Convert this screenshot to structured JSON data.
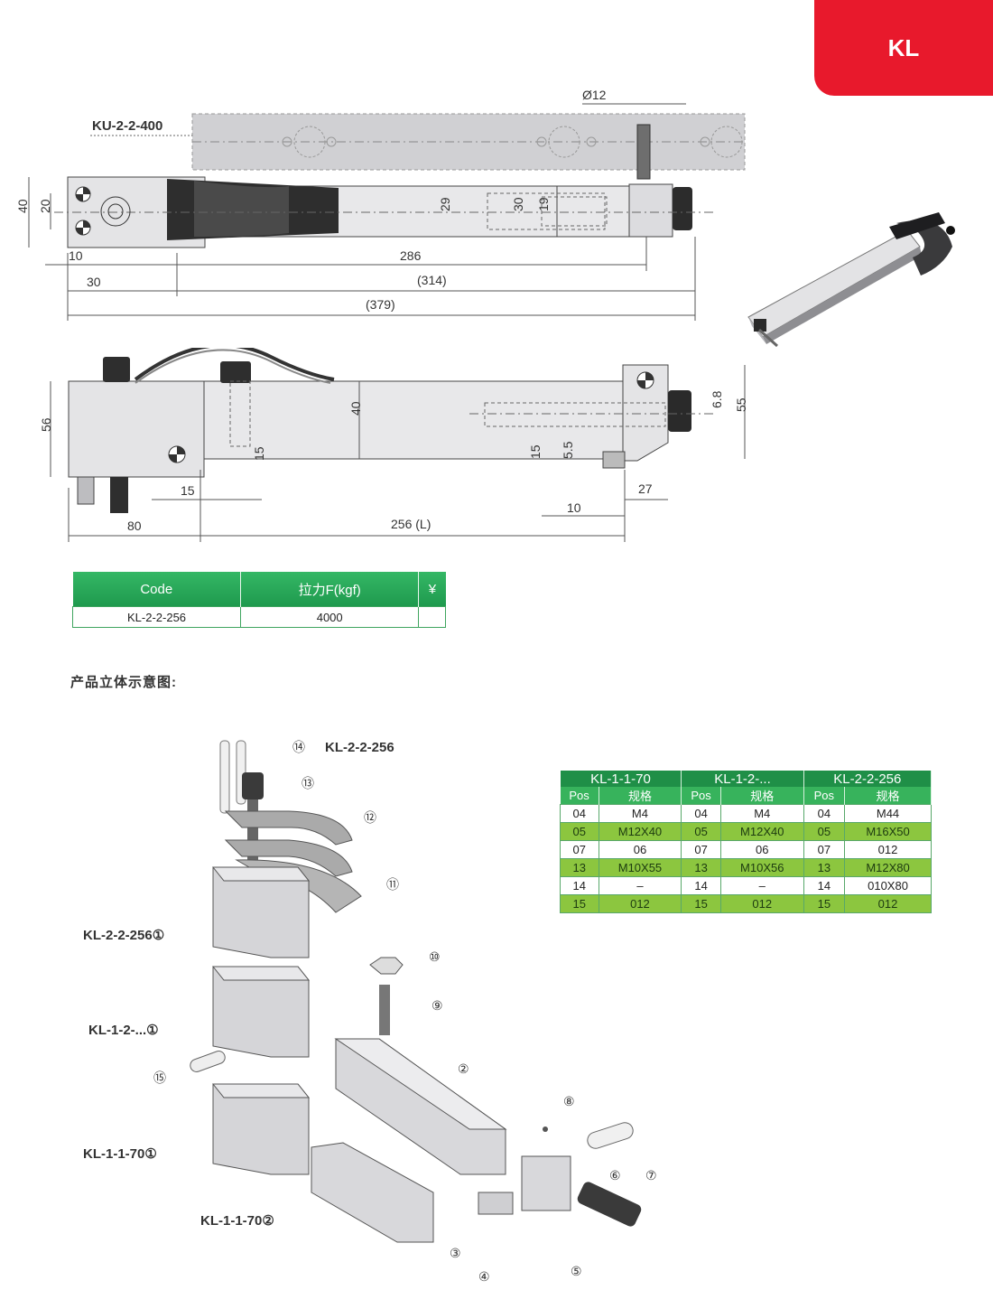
{
  "series_tag": "KL",
  "drawing_top": {
    "part_label": "KU-2-2-400",
    "dims": {
      "d12": "Ø12",
      "d40": "40",
      "d20": "20",
      "d29": "29",
      "d30": "30",
      "d19": "19",
      "d10": "10",
      "d30b": "30",
      "d286": "286",
      "d314": "(314)",
      "d379": "(379)"
    }
  },
  "drawing_side": {
    "dims": {
      "d56": "56",
      "d40": "40",
      "d15a": "15",
      "d15b": "15",
      "d15c": "15",
      "d5_5": "5.5",
      "d6_8": "6.8",
      "d55": "55",
      "d27": "27",
      "d10": "10",
      "d80": "80",
      "d256": "256 (L)"
    }
  },
  "code_table": {
    "headers": [
      "Code",
      "拉力F(kgf)",
      "¥"
    ],
    "rows": [
      [
        "KL-2-2-256",
        "4000",
        ""
      ]
    ]
  },
  "section_title": "产品立体示意图:",
  "exploded": {
    "labels": {
      "top": "KL-2-2-256",
      "block1": "KL-2-2-256①",
      "block2": "KL-1-2-...①",
      "block3": "KL-1-1-70①",
      "arm": "KL-1-1-70②"
    },
    "callouts": [
      "⑭",
      "⑬",
      "⑫",
      "⑪",
      "⑩",
      "⑨",
      "②",
      "⑮",
      "⑧",
      "⑦",
      "⑥",
      "③",
      "④",
      "⑤"
    ]
  },
  "spec_table": {
    "groups": [
      "KL-1-1-70",
      "KL-1-2-...",
      "KL-2-2-256"
    ],
    "subheaders": [
      "Pos",
      "规格",
      "Pos",
      "规格",
      "Pos",
      "规格"
    ],
    "rows": [
      [
        "04",
        "M4",
        "04",
        "M4",
        "04",
        "M44"
      ],
      [
        "05",
        "M12X40",
        "05",
        "M12X40",
        "05",
        "M16X50"
      ],
      [
        "07",
        "06",
        "07",
        "06",
        "07",
        "012"
      ],
      [
        "13",
        "M10X55",
        "13",
        "M10X56",
        "13",
        "M12X80"
      ],
      [
        "14",
        "–",
        "14",
        "–",
        "14",
        "010X80"
      ],
      [
        "15",
        "012",
        "15",
        "012",
        "15",
        "012"
      ]
    ]
  },
  "colors": {
    "tag_red": "#e8192c",
    "table_green": "#27a85a",
    "row_lime": "#8cc63f"
  }
}
